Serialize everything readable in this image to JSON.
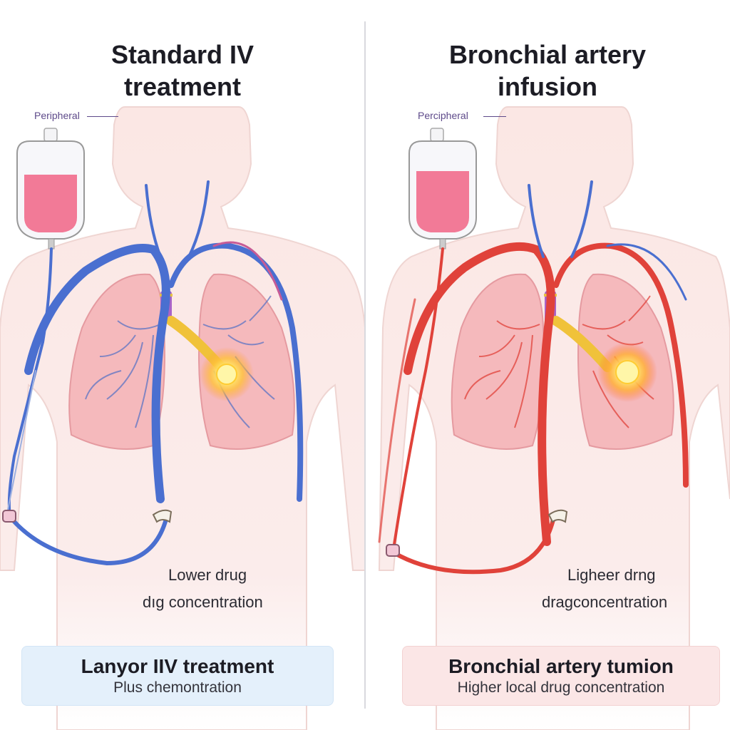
{
  "colors": {
    "vein_blue": "#4a6fd0",
    "artery_red": "#e0423a",
    "iv_fluid": "#f27a97",
    "tumor_glow": "#ffd23c",
    "lung_pink": "#f5b5b8",
    "summary_left_bg": "#e4f0fb",
    "summary_right_bg": "#fbe6e6"
  },
  "panels": [
    {
      "title_line1": "Standard IV",
      "title_line2": "treatment",
      "tag": "Peripheral",
      "concentration_line1": "Lower drug",
      "concentration_line2": "dıg concentration",
      "summary_heading": "Lanyor IIV treatment",
      "summary_sub": "Plus chemontration"
    },
    {
      "title_line1": "Bronchial artery",
      "title_line2": "infusion",
      "tag": "Percipheral",
      "concentration_line1": "Ligheer drng",
      "concentration_line2": "dragconcentration",
      "summary_heading": "Bronchial artery tumion",
      "summary_sub": "Higher local drug concentration"
    }
  ]
}
